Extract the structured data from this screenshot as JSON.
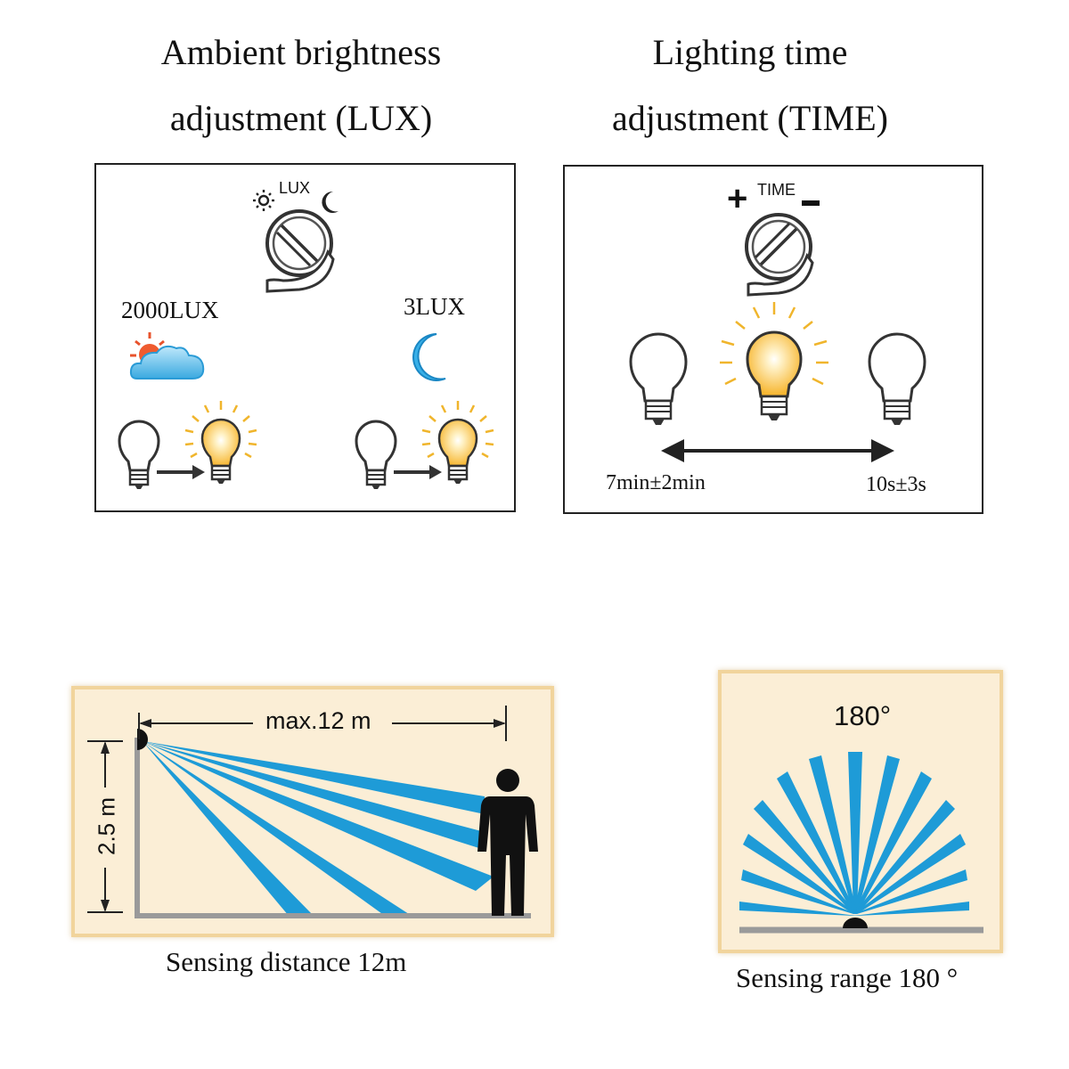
{
  "lux": {
    "title_line1": "Ambient brightness",
    "title_line2": "adjustment (LUX)",
    "knob_label": "LUX",
    "left_label": "2000LUX",
    "right_label": "3LUX"
  },
  "time": {
    "title_line1": "Lighting time",
    "title_line2": "adjustment (TIME)",
    "knob_label": "TIME",
    "plus": "+",
    "left_label": "7min±2min",
    "right_label": "10s±3s"
  },
  "distance": {
    "top_label": "max.12 m",
    "side_label": "2.5 m",
    "caption": "Sensing distance 12m"
  },
  "range": {
    "angle_label": "180°",
    "caption": "Sensing range 180 °"
  },
  "colors": {
    "beam_blue": "#1e9bd7",
    "bulb_glow": "#f7b733",
    "panel_bg": "#fbeed6",
    "panel_border": "#f1d49c"
  }
}
